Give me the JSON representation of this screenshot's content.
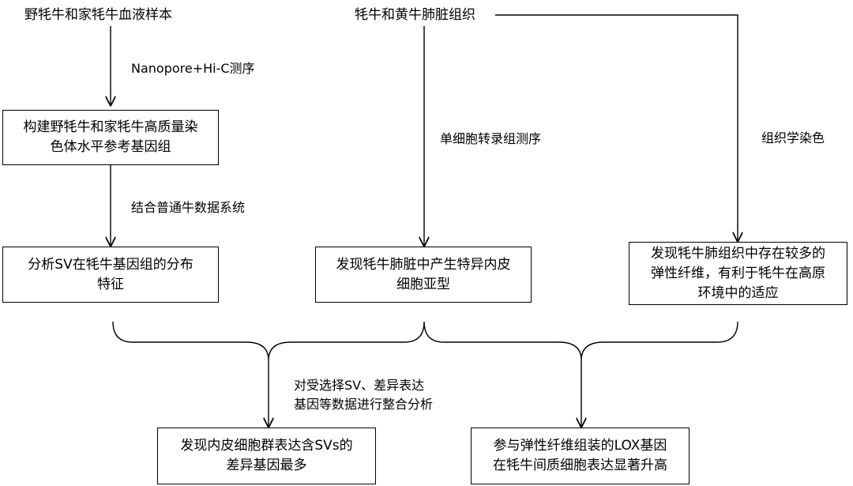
{
  "sources": {
    "blood_samples": "野牦牛和家牦牛血液样本",
    "lung_tissue": "牦牛和黄牛肺脏组织"
  },
  "labels": {
    "nanopore": "Nanopore+Hi-C测序",
    "combine": "结合普通牛数据系统",
    "scrna": "单细胞转录组测序",
    "histology": "组织学染色",
    "integrate_line1": "对受选择SV、差异表达",
    "integrate_line2": "基因等数据进行整合分析"
  },
  "boxes": {
    "genome": {
      "line1": "构建野牦牛和家牦牛高质量染",
      "line2": "色体水平参考基因组"
    },
    "sv": {
      "line1": "分析SV在牦牛基因组的分布",
      "line2": "特征"
    },
    "endothelial": {
      "line1": "发现牦牛肺脏中产生特异内皮",
      "line2": "细胞亚型"
    },
    "elastic": {
      "line1": "发现牦牛肺组织中存在较多的",
      "line2": "弹性纤维，有利于牦牛在高原",
      "line3": "环境中的适应"
    },
    "result_svs": {
      "line1": "发现内皮细胞群表达含SVs的",
      "line2": "差异基因最多"
    },
    "result_lox": {
      "line1": "参与弹性纤维组装的LOX基因",
      "line2": "在牦牛间质细胞表达显著升高"
    }
  }
}
